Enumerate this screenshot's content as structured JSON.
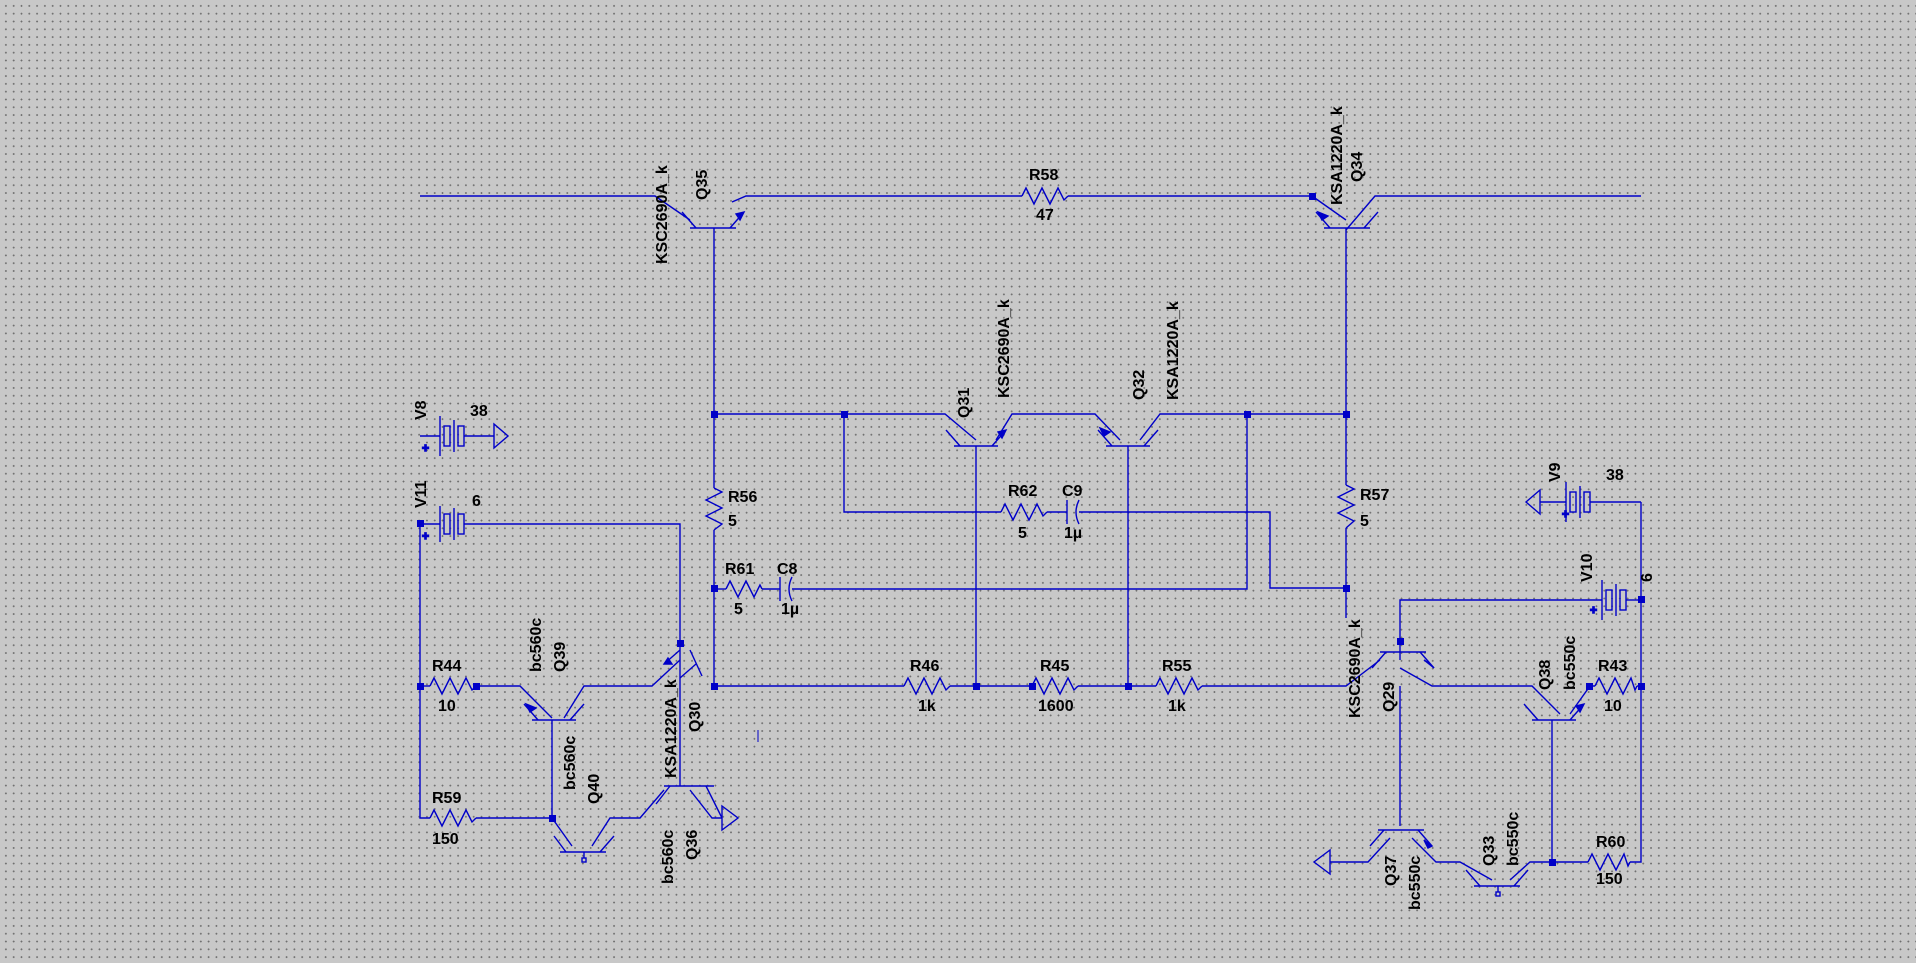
{
  "components": {
    "Q35": {
      "ref": "Q35",
      "part": "KSC2690A_k"
    },
    "Q34": {
      "ref": "Q34",
      "part": "KSA1220A_k"
    },
    "Q31": {
      "ref": "Q31",
      "part": "KSC2690A_k"
    },
    "Q32": {
      "ref": "Q32",
      "part": "KSA1220A_k"
    },
    "Q30": {
      "ref": "Q30",
      "part": "KSA1220A_k"
    },
    "Q29": {
      "ref": "Q29",
      "part": "KSC2690A_k"
    },
    "Q39": {
      "ref": "Q39",
      "part": "bc560c"
    },
    "Q40": {
      "ref": "Q40",
      "part": "bc560c"
    },
    "Q36": {
      "ref": "Q36",
      "part": "bc560c"
    },
    "Q38": {
      "ref": "Q38",
      "part": "bc550c"
    },
    "Q37": {
      "ref": "Q37",
      "part": "bc550c"
    },
    "Q33": {
      "ref": "Q33",
      "part": "bc550c"
    },
    "R58": {
      "ref": "R58",
      "value": "47"
    },
    "R56": {
      "ref": "R56",
      "value": "5"
    },
    "R57": {
      "ref": "R57",
      "value": "5"
    },
    "R62": {
      "ref": "R62",
      "value": "5"
    },
    "R61": {
      "ref": "R61",
      "value": "5"
    },
    "R44": {
      "ref": "R44",
      "value": "10"
    },
    "R43": {
      "ref": "R43",
      "value": "10"
    },
    "R59": {
      "ref": "R59",
      "value": "150"
    },
    "R60": {
      "ref": "R60",
      "value": "150"
    },
    "R46": {
      "ref": "R46",
      "value": "1k"
    },
    "R45": {
      "ref": "R45",
      "value": "1600"
    },
    "R55": {
      "ref": "R55",
      "value": "1k"
    },
    "C9": {
      "ref": "C9",
      "value": "1µ"
    },
    "C8": {
      "ref": "C8",
      "value": "1µ"
    },
    "V8": {
      "ref": "V8",
      "value": "38"
    },
    "V11": {
      "ref": "V11",
      "value": "6"
    },
    "V9": {
      "ref": "V9",
      "value": "38"
    },
    "V10": {
      "ref": "V10",
      "value": "6"
    }
  },
  "colors": {
    "wire": "#0000c8",
    "background": "#c8c8c8",
    "grid_dot": "#6e6e6e",
    "text": "#000000"
  },
  "icons": {
    "transistor": "bjt-transistor-icon",
    "resistor": "resistor-zigzag-icon",
    "capacitor": "capacitor-icon",
    "battery": "voltage-source-icon",
    "ground": "ground-triangle-icon"
  }
}
